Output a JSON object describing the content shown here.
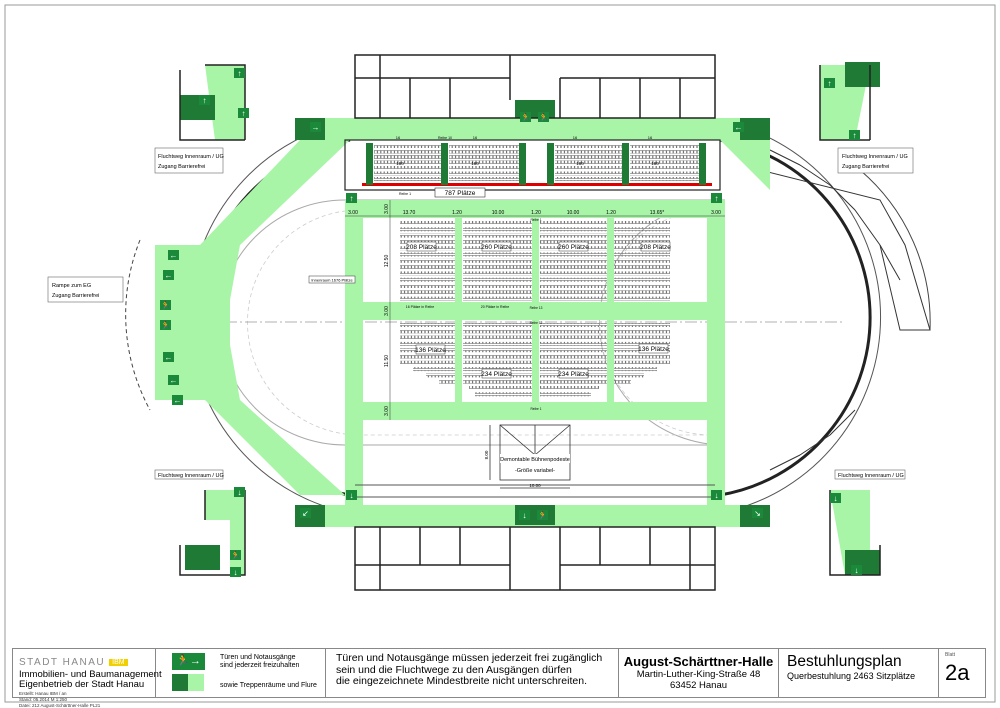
{
  "colors": {
    "escape": "#a8f5a8",
    "stair": "#1f7a35",
    "sign": "#1a8a3a",
    "front_row": "#dd0000",
    "wall": "#222222"
  },
  "plan": {
    "stand_label": "787 Plätze",
    "stand_blocks": [
      "180",
      "180",
      "180",
      "180"
    ],
    "stand_row_counts": [
      "16",
      "16",
      "16",
      "16"
    ],
    "stand_row_top": "Reihe 10",
    "stand_row_bottom": "Reihe 1",
    "floor_label": "Innenraum 1676 Plätze",
    "dims_h": [
      "3.00",
      "13.70",
      "1.20",
      "10.00",
      "1.20",
      "10.00",
      "1.20",
      "13.65*",
      "3.00"
    ],
    "dims_v": [
      "3.00",
      "12.50",
      "3.00",
      "11.50",
      "3.00"
    ],
    "blocks_top": [
      "208 Plätze",
      "260 Plätze",
      "260 Plätze",
      "208 Plätze"
    ],
    "blocks_bottom": [
      "136 Plätze",
      "234 Plätze",
      "234 Plätze",
      "136 Plätze"
    ],
    "row_note_left": "16 Plätze in Reihe",
    "row_note_mid": "20 Plätze in Reihe",
    "row_mid_labels": [
      "Reihe 1",
      "Reihe 13",
      "Reihe 12",
      "Reihe 1"
    ],
    "stage_title": "Demontable Bühnenpodeste",
    "stage_sub": "-Größe variabel-",
    "stage_width": "10.00",
    "stage_depth": "8.00",
    "callout_tl": {
      "line1": "Fluchtweg Innenraum / UG",
      "line2": "Zugang Barrierefrei"
    },
    "callout_tr": {
      "line1": "Fluchtweg Innenraum / UG",
      "line2": "Zugang Barrierefrei"
    },
    "callout_left": {
      "line1": "Rampe zum EG",
      "line2": "Zugang Barrierefrei"
    },
    "callout_bl": "Fluchtweg Innenraum / UG",
    "callout_br": "Fluchtweg Innenraum / UG"
  },
  "titleblock": {
    "city": "STADT HANAU",
    "ibm": "IBM",
    "org1": "Immobilien- und Baumanagement",
    "org2": "Eigenbetrieb der Stadt Hanau",
    "meta1": "Erstellt: Hanau IBM / an",
    "meta2": "Stand: 05.2014        M 1:250",
    "meta3": "Datei: 212 August-Schärttner-Halle PL21",
    "legend1a": "Türen und Notausgänge",
    "legend1b": "sind jederzeit freizuhalten",
    "legend2": "sowie Treppenräume und Flure",
    "notice": [
      "Türen und Notausgänge müssen jederzeit frei zugänglich",
      "sein und die Fluchtwege zu den Ausgängen dürfen",
      "die eingezeichnete Mindestbreite nicht unterschreiten."
    ],
    "building": "August-Schärttner-Halle",
    "street": "Martin-Luther-King-Straße 48",
    "city_zip": "63452 Hanau",
    "plan_title": "Bestuhlungsplan",
    "plan_sub": "Querbestuhlung  2463 Sitzplätze",
    "sheet_label": "Blatt",
    "sheet_no": "2a"
  }
}
